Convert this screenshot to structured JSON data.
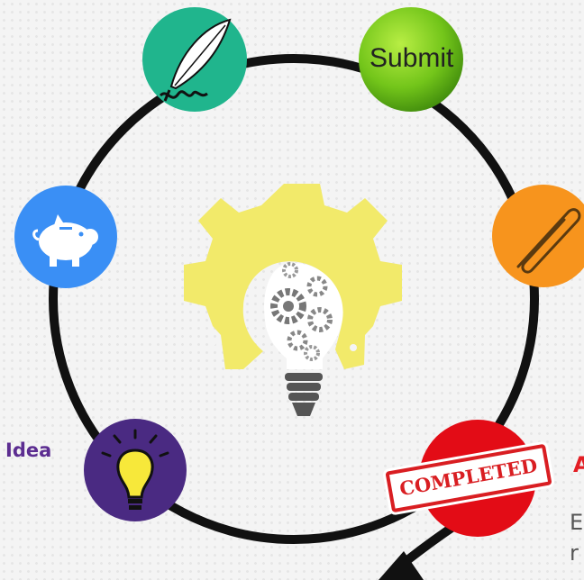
{
  "circle_nodes": {
    "submit": {
      "label": "Submit",
      "color": "#7ac81a"
    },
    "write": {
      "color": "#20b58d"
    },
    "save": {
      "color": "#3a8ff5"
    },
    "attach": {
      "color": "#f7941d"
    },
    "idea": {
      "color": "#4a2a82"
    },
    "completed": {
      "color": "#e30c16"
    }
  },
  "labels": {
    "idea": "Idea",
    "completed_heading": "A",
    "completed_text_line1": "E",
    "completed_text_line2": "r"
  },
  "stamp": {
    "text": "COMPLETED",
    "color": "#d91e22"
  },
  "center_graphic": {
    "gear_color": "#f2ea6a",
    "icon": "lightbulb-gears-icon"
  },
  "colors": {
    "ring": "#111111",
    "idea_label": "#5c2d91"
  }
}
